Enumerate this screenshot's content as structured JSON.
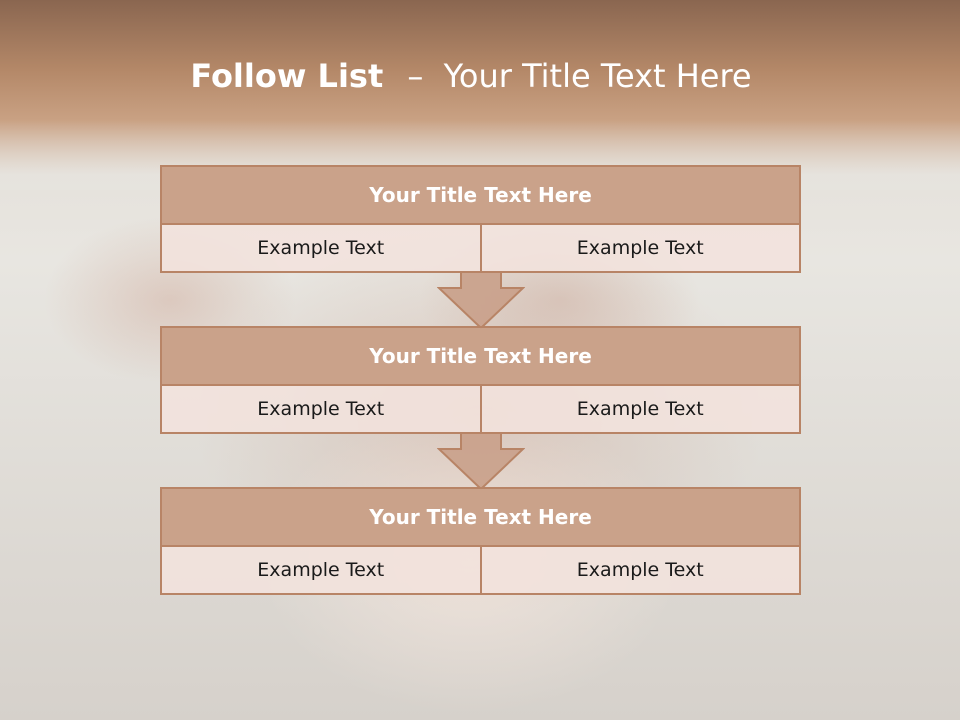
{
  "slide": {
    "title_bold": "Follow List",
    "title_dash": "–",
    "title_rest": "Your Title Text Here"
  },
  "blocks": [
    {
      "title": "Your Title Text Here",
      "left": "Example Text",
      "right": "Example Text"
    },
    {
      "title": "Your Title Text Here",
      "left": "Example Text",
      "right": "Example Text"
    },
    {
      "title": "Your Title Text Here",
      "left": "Example Text",
      "right": "Example Text"
    }
  ],
  "colors": {
    "accent": "#b88466",
    "header_fill": "#c4987e",
    "cell_fill": "#f2e2dd",
    "title_text": "#ffffff"
  }
}
